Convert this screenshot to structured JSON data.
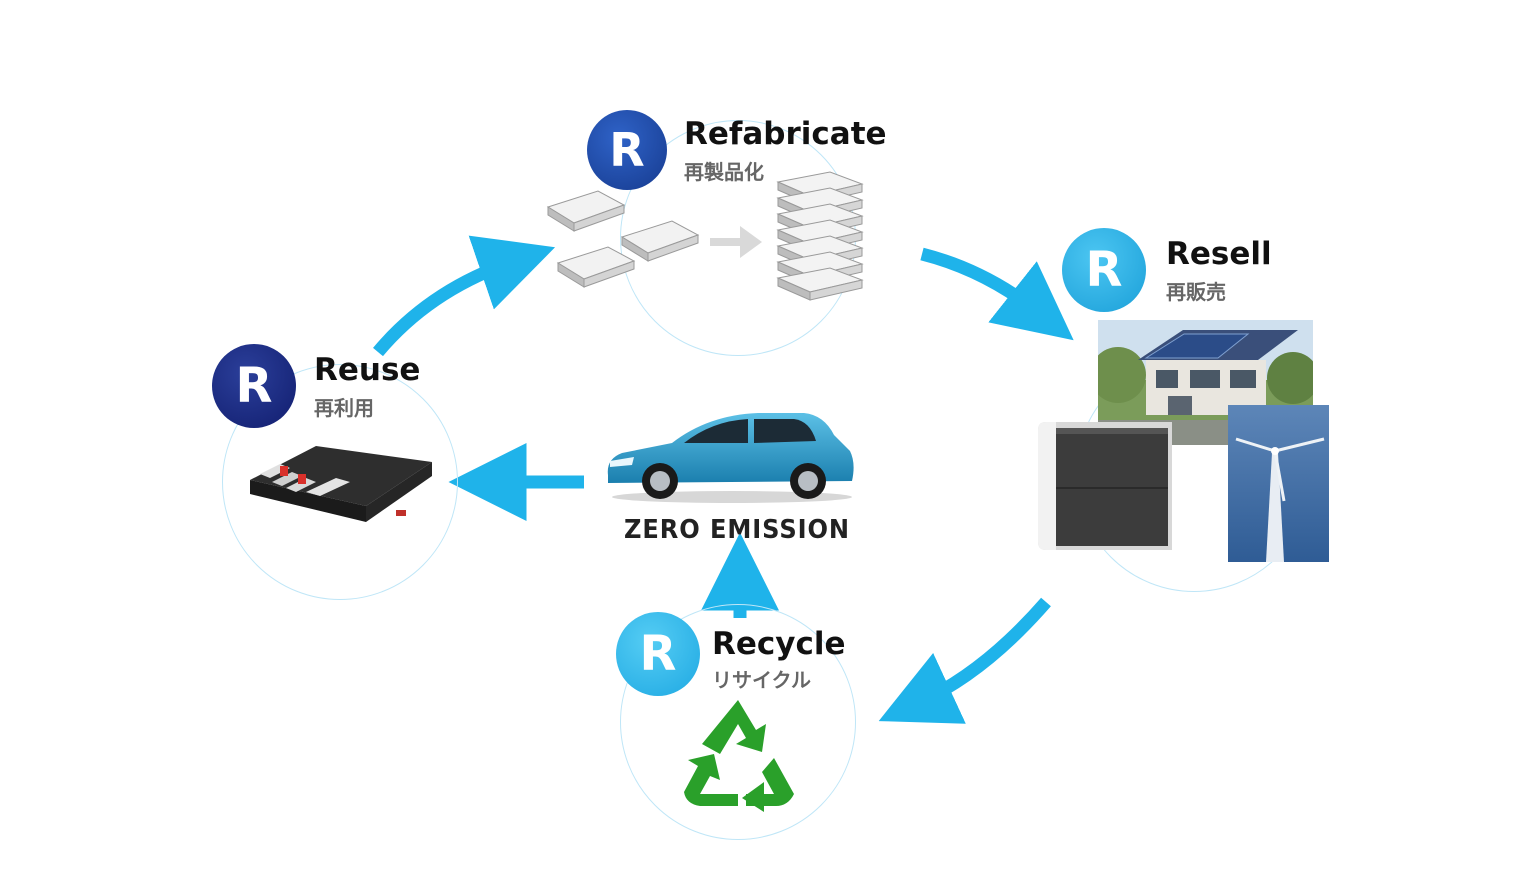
{
  "badge_letter": "R",
  "colors": {
    "arrow": "#1fb3ea",
    "badge_dark": "#1f4aa8",
    "badge_light": "#22aee8",
    "ring": "#bfe6f7",
    "recycle": "#2aa02a"
  },
  "nodes": {
    "refabricate": {
      "title": "Refabricate",
      "subtitle": "再製品化"
    },
    "resell": {
      "title": "Resell",
      "subtitle": "再販売"
    },
    "reuse": {
      "title": "Reuse",
      "subtitle": "再利用"
    },
    "recycle": {
      "title": "Recycle",
      "subtitle": "リサイクル"
    }
  },
  "center": {
    "logo_text": "ZERO EMISSION"
  },
  "icons": [
    "battery-module-icon",
    "battery-stack-icon",
    "battery-pack-icon",
    "ev-car-icon",
    "house-solar-icon",
    "home-battery-icon",
    "wind-turbine-icon",
    "recycle-icon"
  ]
}
